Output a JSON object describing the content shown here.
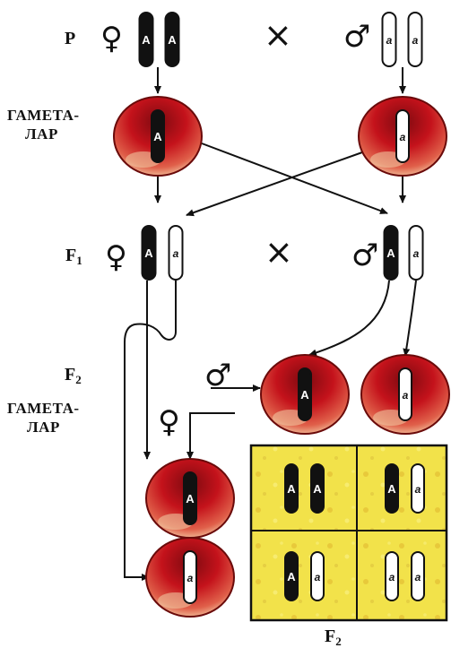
{
  "labels": {
    "p": "P",
    "gametes_top_line1": "ГАМЕТА-",
    "gametes_top_line2": "ЛАР",
    "f1": "F",
    "f1_sub": "1",
    "f2": "F",
    "f2_sub": "2",
    "gametes_bottom_line1": "ГАМЕТА-",
    "gametes_bottom_line2": "ЛАР",
    "f2_bottom": "F",
    "f2_bottom_sub": "2"
  },
  "symbols": {
    "female": "♀",
    "male": "♂",
    "cross": "×"
  },
  "alleles": {
    "dominant": "A",
    "recessive": "a"
  },
  "colors": {
    "cell_red": "#c4121b",
    "cell_light": "#f3cfa8",
    "punnett_yellow": "#f2e24a",
    "chromosome_black": "#111111"
  }
}
